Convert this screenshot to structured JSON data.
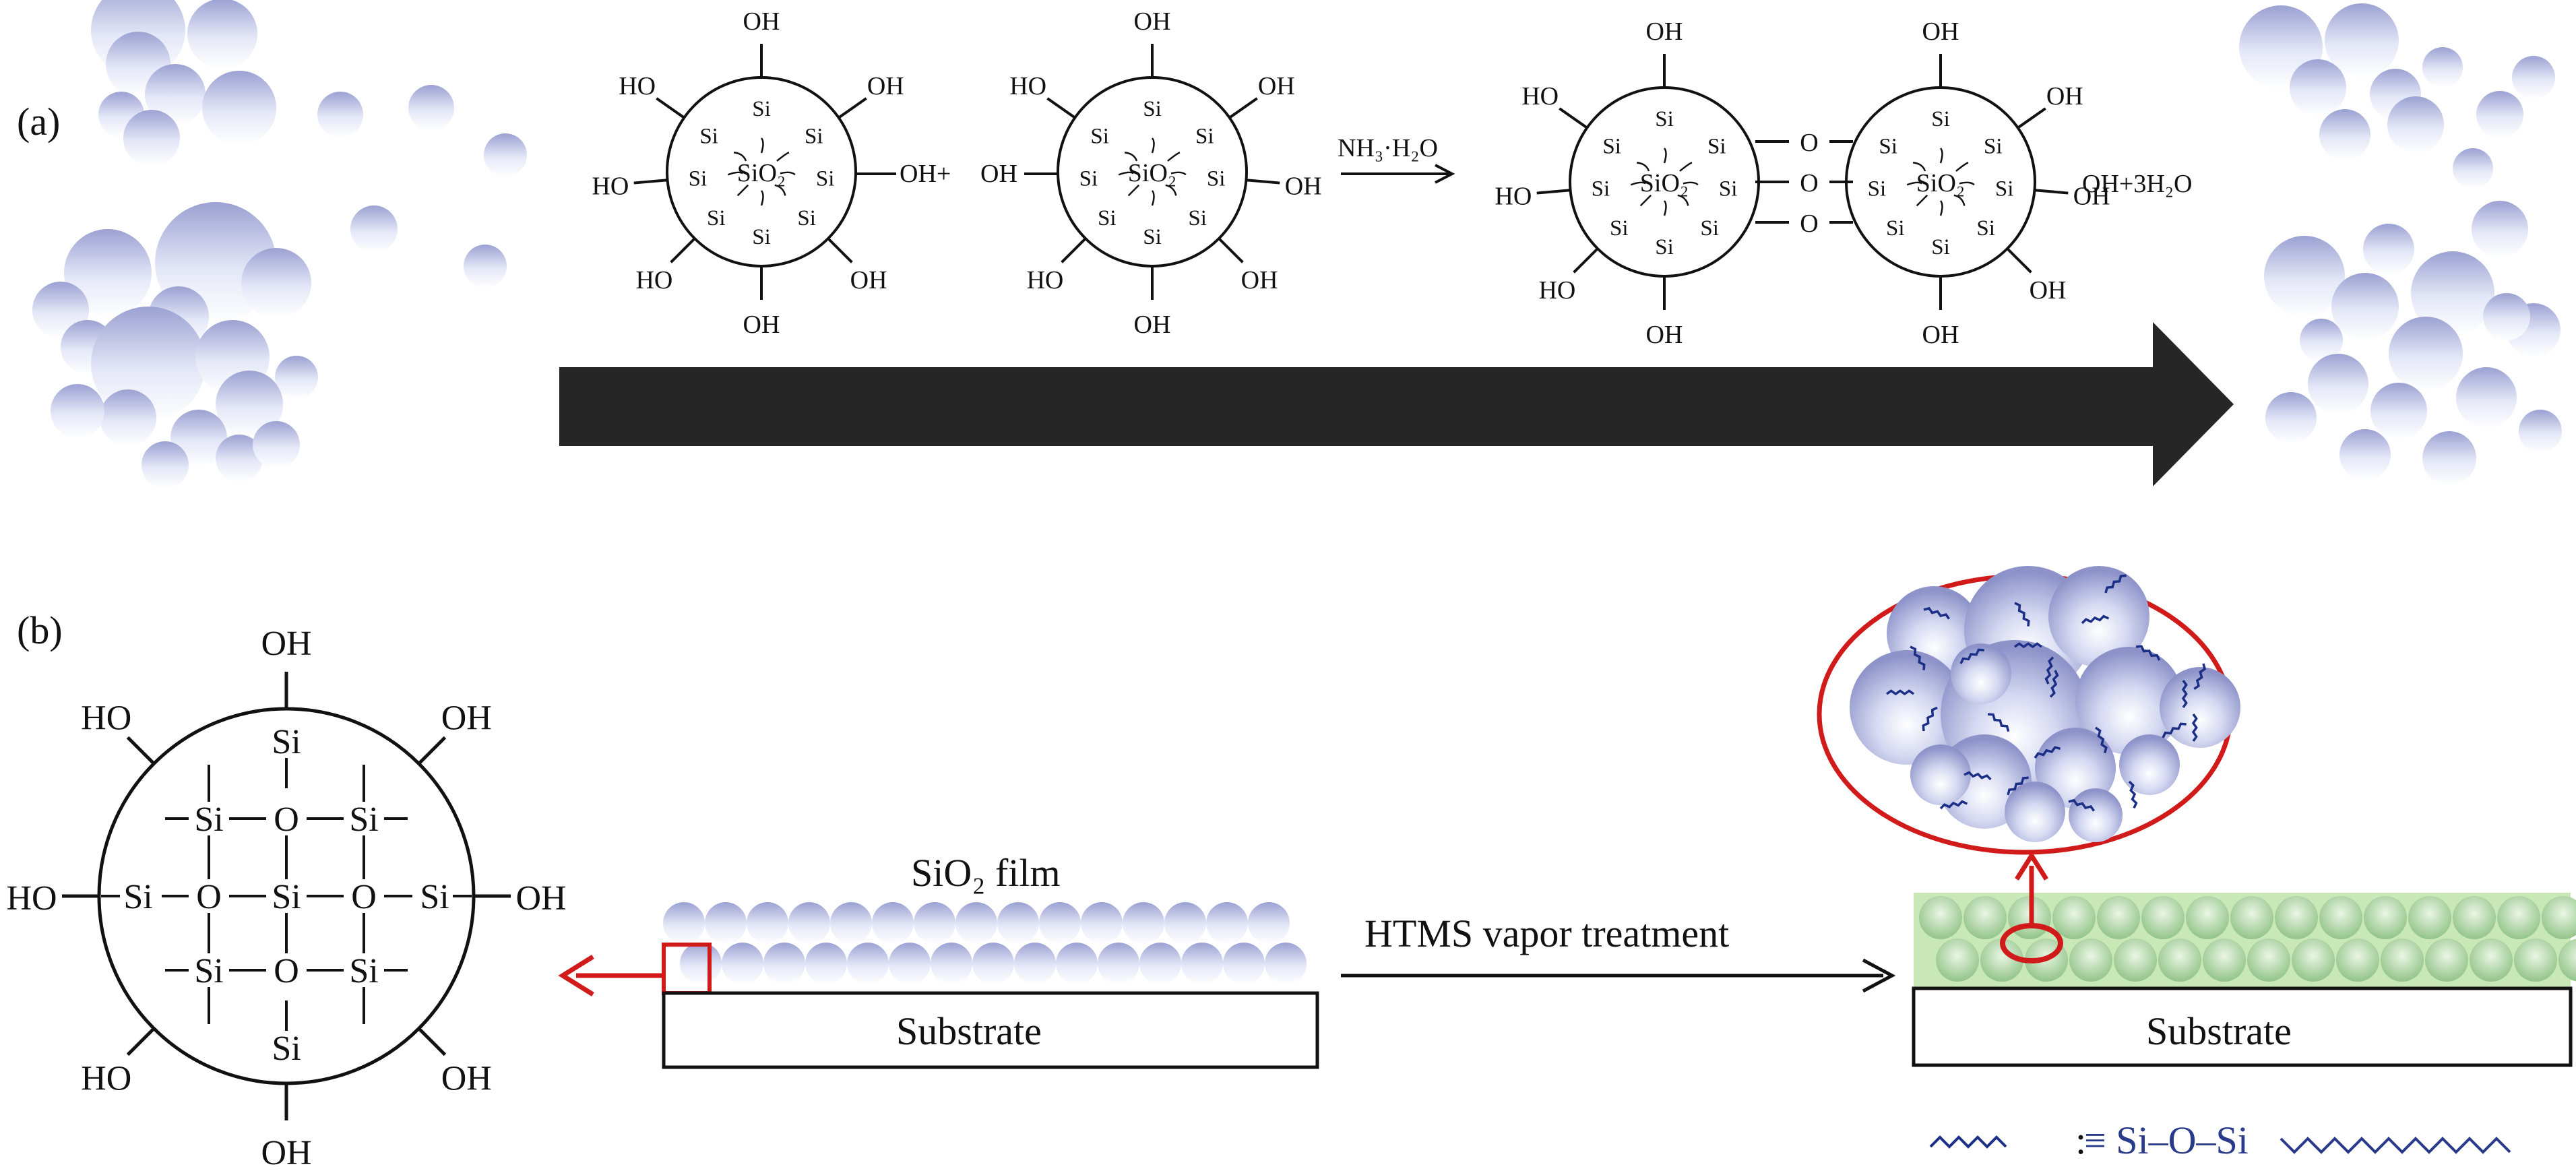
{
  "panel_a": {
    "label": "(a)",
    "reagent": "NH₃·H₂O",
    "sio2": "SiO₂",
    "si": "Si",
    "oh": "OH",
    "ho": "HO",
    "o": "O",
    "plus_oh_left": "OH+",
    "plus_oh_right": "OH",
    "product_tail": "OH+3H₂O"
  },
  "panel_b": {
    "label": "(b)",
    "oh": "OH",
    "ho": "HO",
    "si": "Si",
    "o": "O",
    "film_label": "SiO₂ film",
    "treatment_label": "HTMS vapor treatment",
    "substrate_left": "Substrate",
    "substrate_right": "Substrate",
    "legend_colon": ":",
    "legend_formula": "≡ Si–O–Si"
  },
  "colors": {
    "arrow": "#262626",
    "highlight": "#d11a1a",
    "coating": "#c9e8b8",
    "chain": "#1c2f86",
    "sphere_light": "#f4f6ff",
    "sphere_dark": "#8c92c8",
    "sphere_green": "#a9d3a0"
  }
}
